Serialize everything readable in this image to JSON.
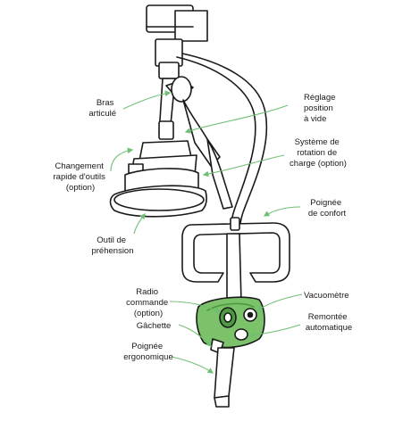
{
  "diagram": {
    "colors": {
      "stroke": "#1a1a1a",
      "body_fill": "#ffffff",
      "accent_green": "#7cc26a",
      "accent_green_dark": "#4e9a42",
      "leader_line": "#6fbf73"
    },
    "labels": {
      "bras_articule": [
        "Bras",
        "articulé"
      ],
      "reglage_position": [
        "Réglage",
        "position",
        "à vide"
      ],
      "changement_rapide": [
        "Changement",
        "rapide d'outils",
        "(option)"
      ],
      "systeme_rotation": [
        "Système de",
        "rotation de",
        "charge (option)"
      ],
      "poignee_confort": [
        "Poignée",
        "de confort"
      ],
      "outil_prehension": [
        "Outil de",
        "préhension"
      ],
      "radio_commande": [
        "Radio",
        "commande",
        "(option)"
      ],
      "vacuometre": [
        "Vacuomètre"
      ],
      "remontee_auto": [
        "Remontée",
        "automatique"
      ],
      "gachette": [
        "Gâchette"
      ],
      "poignee_ergo": [
        "Poignée",
        "ergonomique"
      ]
    }
  }
}
